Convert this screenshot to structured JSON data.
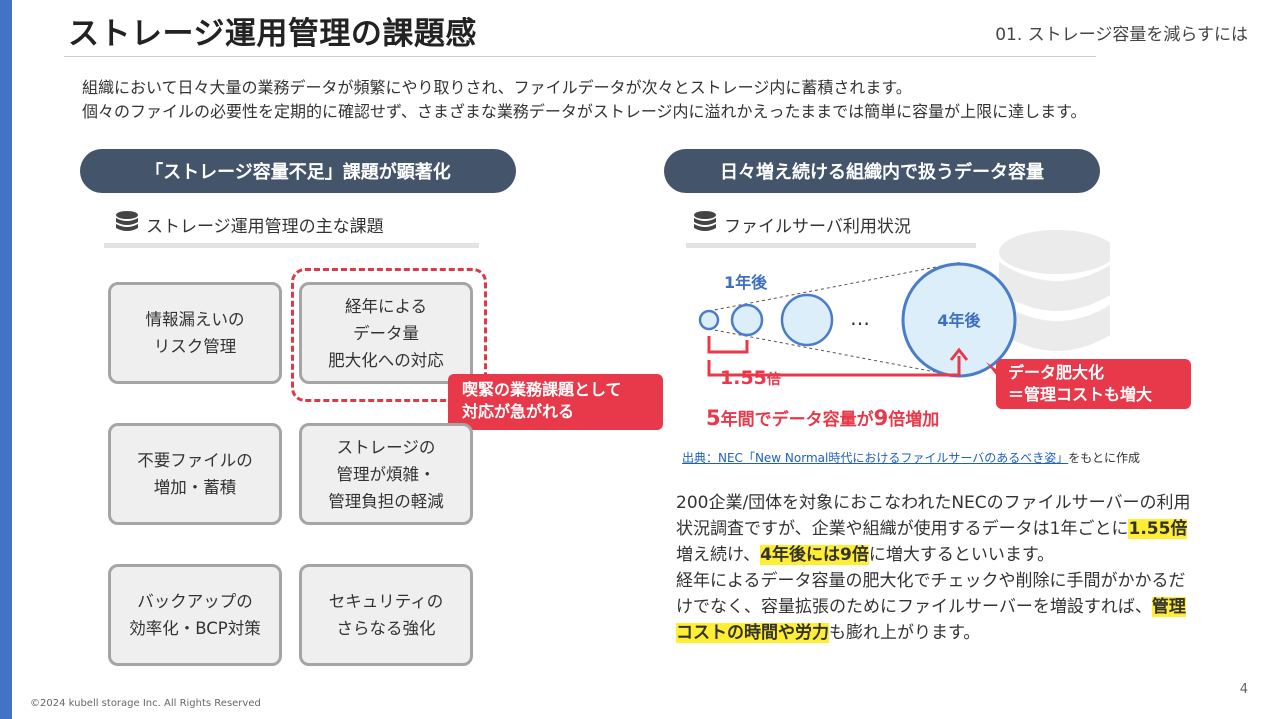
{
  "header": {
    "title": "ストレージ運用管理の課題感",
    "section": "01. ストレージ容量を減らすには"
  },
  "intro": {
    "line1": "組織において日々大量の業務データが頻繁にやり取りされ、ファイルデータが次々とストレージ内に蓄積されます。",
    "line2": "個々のファイルの必要性を定期的に確認せず、さまざまな業務データがストレージ内に溢れかえったままでは簡単に容量が上限に達します。"
  },
  "left": {
    "pill": "「ストレージ容量不足」課題が顕著化",
    "subhead": "ストレージ運用管理の主な課題",
    "boxes": [
      "情報漏えいの\nリスク管理",
      "経年による\nデータ量\n肥大化への対応",
      "不要ファイルの\n増加・蓄積",
      "ストレージの\n管理が煩雑・\n管理負担の軽減",
      "バックアップの\n効率化・BCP対策",
      "セキュリティの\nさらなる強化"
    ],
    "callout": "喫緊の業務課題として\n対応が急がれる"
  },
  "right": {
    "pill": "日々増え続ける組織内で扱うデータ容量",
    "subhead": "ファイルサーバ利用状況",
    "label_1year": "1年後",
    "label_4year": "4年後",
    "ellipsis": "…",
    "multiplier_num": "1.55",
    "multiplier_unit": "倍",
    "growth": {
      "num1": "5",
      "text1": "年間でデータ容量が",
      "num2": "9",
      "text2": "倍増加"
    },
    "callout": "データ肥大化\n＝管理コストも増大",
    "source_link": "出典：NEC「New Normal時代におけるファイルサーバのあるべき姿」",
    "source_suffix": "をもとに作成",
    "body": {
      "p1": "200企業/団体を対象におこなわれたNECのファイルサーバーの利用状況調査ですが、企業や組織が使用するデータは1年ごとに",
      "h1": "1.55倍",
      "p2": "増え続け、",
      "h2": "4年後には9倍",
      "p3": "に増大するといいます。",
      "p4": "経年によるデータ容量の肥大化でチェックや削除に手間がかかるだけでなく、容量拡張のためにファイルサーバーを増設すれば、",
      "h3": "管理コストの時間や労力",
      "p5": "も膨れ上がります。"
    }
  },
  "footer": {
    "copyright": "©2024 kubell storage Inc. All Rights Reserved",
    "page": "4"
  },
  "colors": {
    "accent_blue": "#4472c4",
    "pill": "#44546a",
    "alert_red": "#e8394a",
    "highlight": "#ffee33",
    "circle_stroke": "#4a7cc9",
    "circle_fill": "#dbeefa"
  },
  "icons": {
    "subhead": "database-icon",
    "background": "database-icon"
  }
}
